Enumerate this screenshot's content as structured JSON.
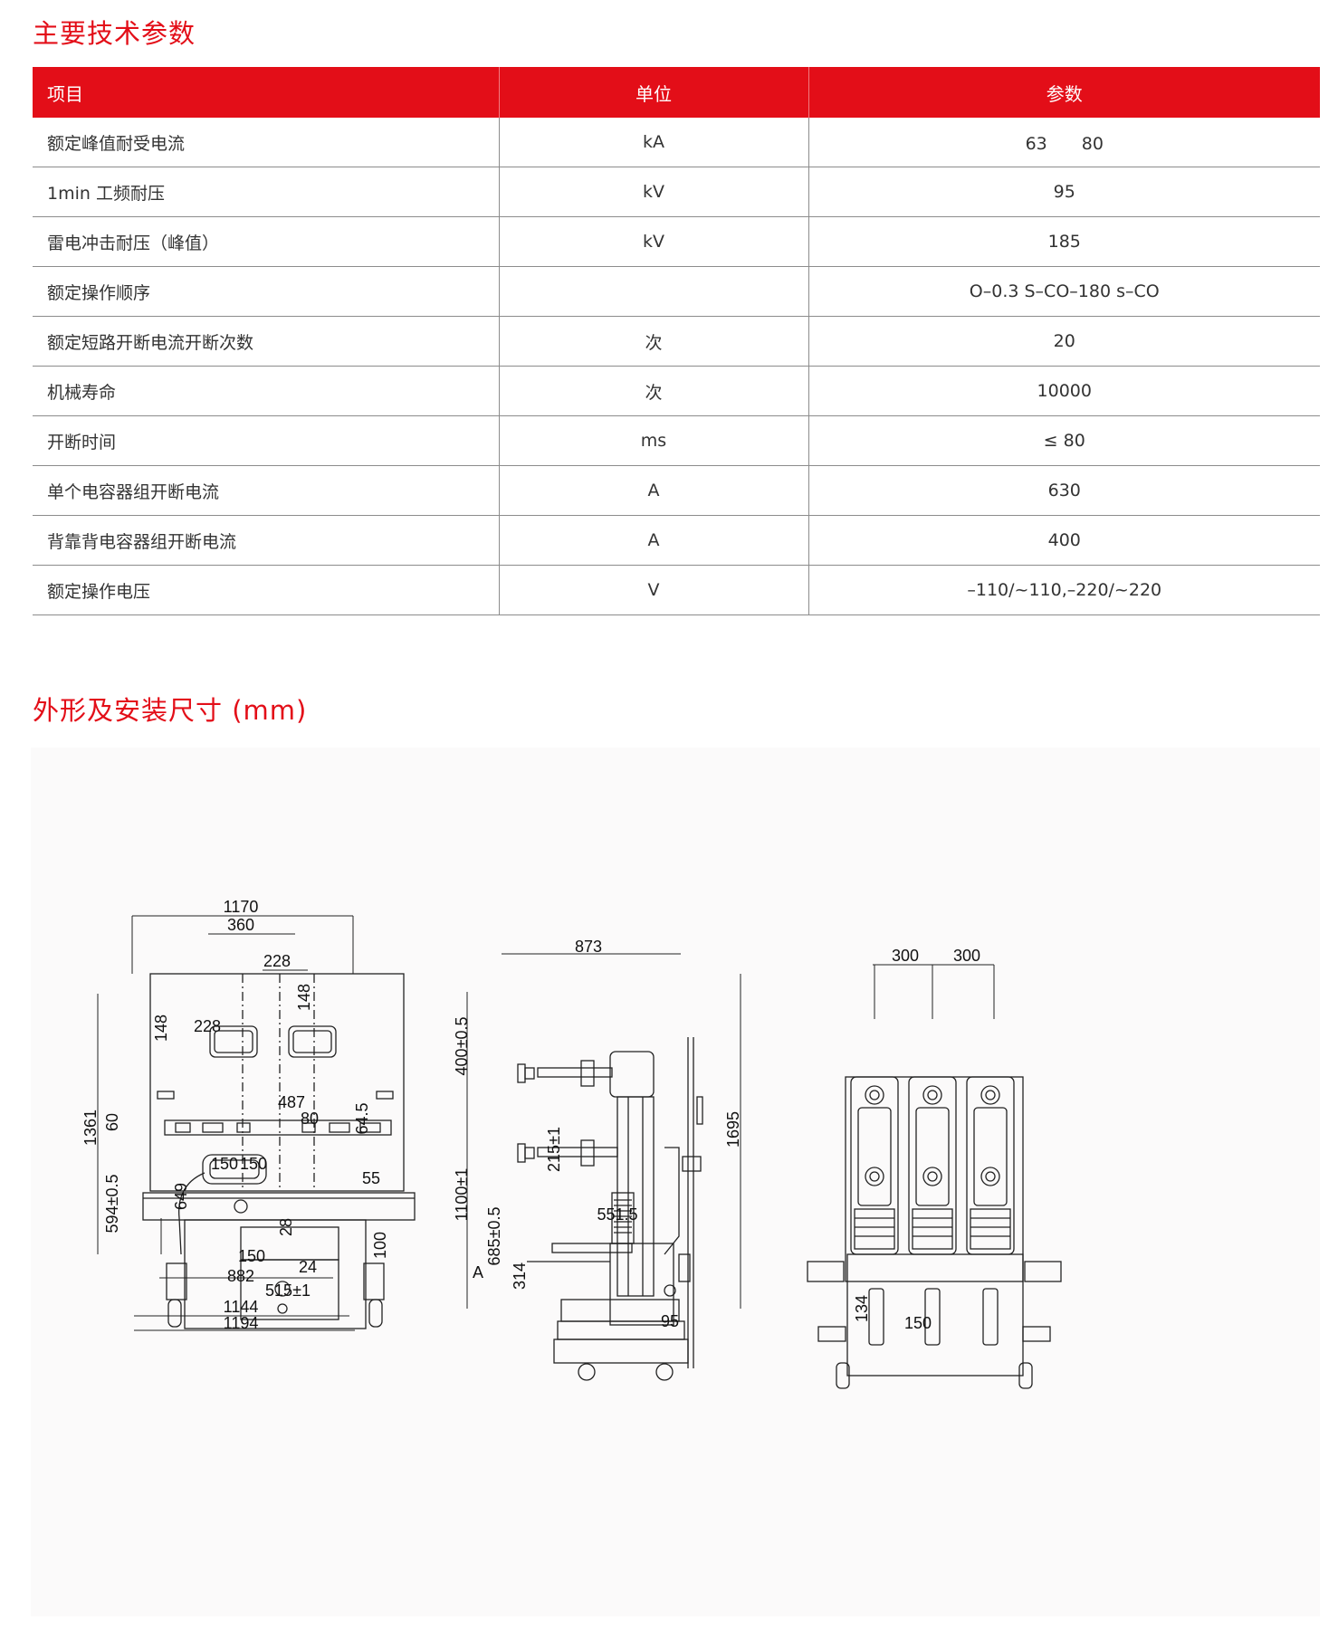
{
  "section1": {
    "title": "主要技术参数"
  },
  "table": {
    "headers": [
      "项目",
      "单位",
      "参数"
    ],
    "rows": [
      [
        "额定峰值耐受电流",
        "kA",
        "63　　80"
      ],
      [
        "1min 工频耐压",
        "kV",
        "95"
      ],
      [
        "雷电冲击耐压（峰值）",
        "kV",
        "185"
      ],
      [
        "额定操作顺序",
        "",
        "O–0.3 S–CO–180 s–CO"
      ],
      [
        "额定短路开断电流开断次数",
        "次",
        "20"
      ],
      [
        "机械寿命",
        "次",
        "10000"
      ],
      [
        "开断时间",
        "ms",
        "≤ 80"
      ],
      [
        "单个电容器组开断电流",
        "A",
        "630"
      ],
      [
        "背靠背电容器组开断电流",
        "A",
        "400"
      ],
      [
        "额定操作电压",
        "V",
        "–110/~110,–220/~220"
      ]
    ]
  },
  "section2": {
    "title": "外形及安装尺寸 (mm)"
  },
  "drawing": {
    "front": [
      "1170",
      "360",
      "228",
      "228",
      "148",
      "148",
      "487",
      "80",
      "64.5",
      "1361",
      "60",
      "594±0.5",
      "649",
      "150",
      "150",
      "55",
      "28",
      "100",
      "150",
      "24",
      "882",
      "515±1",
      "1144",
      "1194"
    ],
    "side": [
      "873",
      "400±0.5",
      "215±1",
      "1100±1",
      "685±0.5",
      "551.5",
      "314",
      "A",
      "1695",
      "95"
    ],
    "top": [
      "300",
      "300",
      "134",
      "150"
    ]
  },
  "colors": {
    "accent": "#e30e18",
    "rule": "#8c8c8c"
  }
}
